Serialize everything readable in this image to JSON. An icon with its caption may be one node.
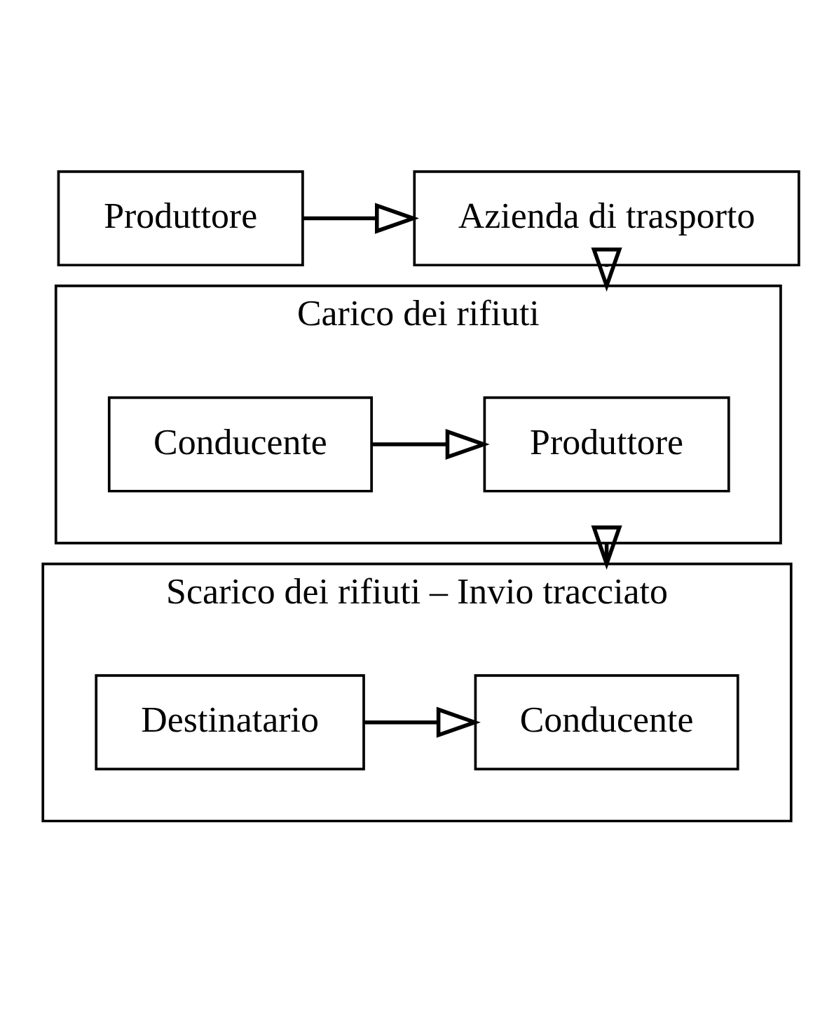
{
  "diagram": {
    "nodes": [
      {
        "text": [
          "Produttore"
        ]
      },
      {
        "text": [
          "Azienda di trasporto"
        ]
      },
      {
        "text": [
          "Carico dei rifiuti"
        ]
      },
      {
        "text": [
          "Conducente"
        ],
        "in": 2
      },
      {
        "text": [
          "Produttore"
        ],
        "in": 2
      },
      {
        "text": [
          "Scarico dei rifiuti – Invio tracciato"
        ]
      },
      {
        "text": [
          "Destinatario"
        ],
        "in": 5
      },
      {
        "text": [
          "Conducente"
        ],
        "in": 5
      }
    ],
    "edges": [
      {
        "from": 0,
        "to": 1,
        "arrow": "to"
      },
      {
        "from": 1,
        "to": 2,
        "arrow": "to"
      },
      {
        "from": 3,
        "to": 4,
        "arrow": "to"
      },
      {
        "from": 2,
        "to": 5,
        "arrow": "to"
      },
      {
        "from": 6,
        "to": 7,
        "arrow": "to"
      }
    ]
  }
}
